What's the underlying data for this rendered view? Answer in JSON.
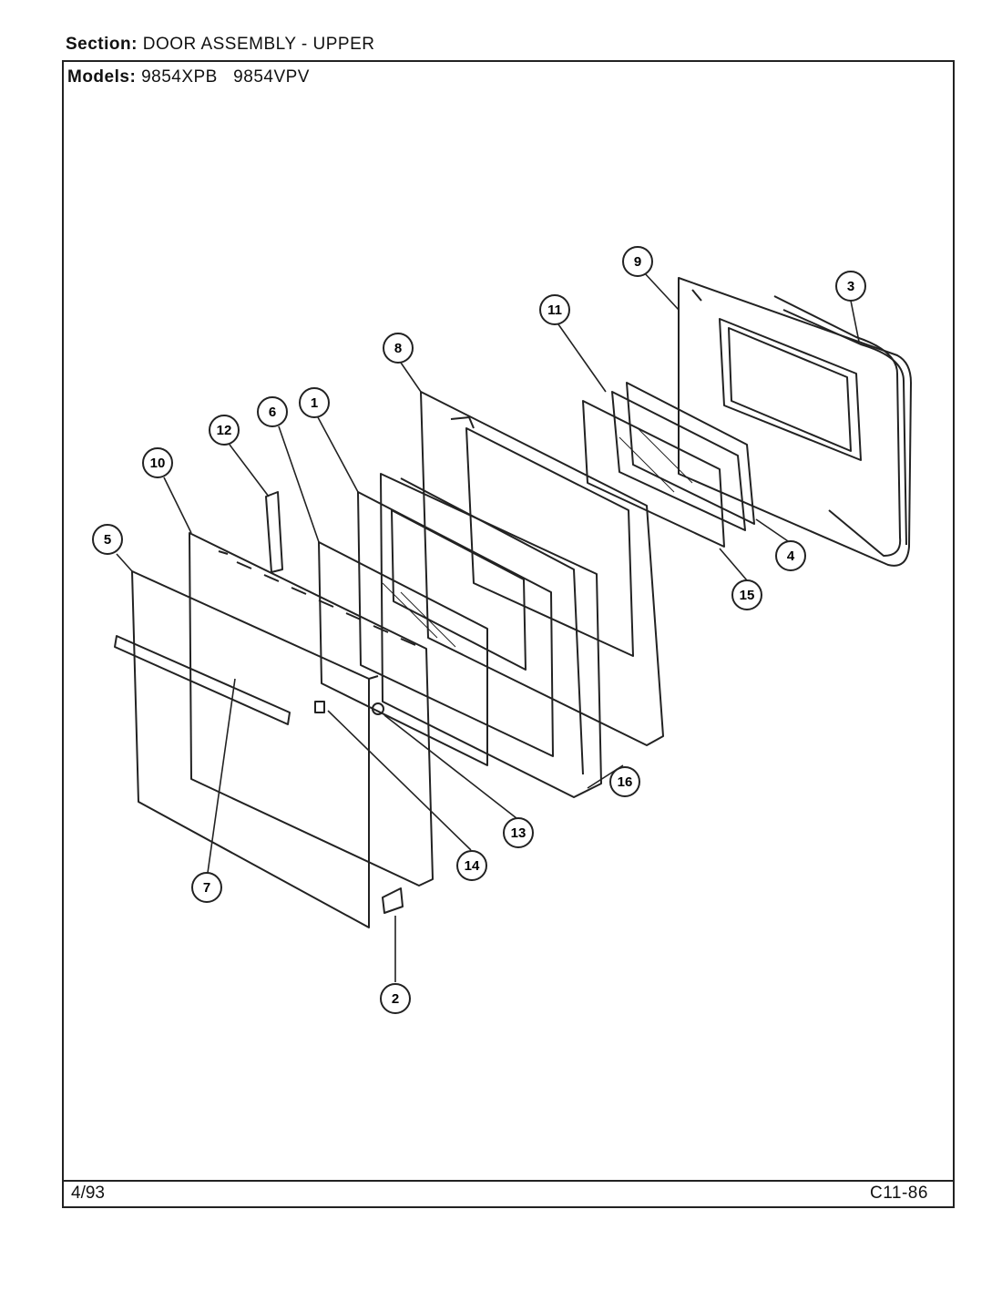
{
  "header": {
    "section_label": "Section:",
    "section_value": "DOOR ASSEMBLY - UPPER",
    "models_label": "Models:",
    "models_value": "9854XPB   9854VPV"
  },
  "footer": {
    "date": "4/93",
    "code": "C11-86"
  },
  "callouts": [
    "9",
    "3",
    "11",
    "8",
    "12",
    "6",
    "1",
    "10",
    "5",
    "4",
    "15",
    "16",
    "13",
    "14",
    "7",
    "2"
  ]
}
